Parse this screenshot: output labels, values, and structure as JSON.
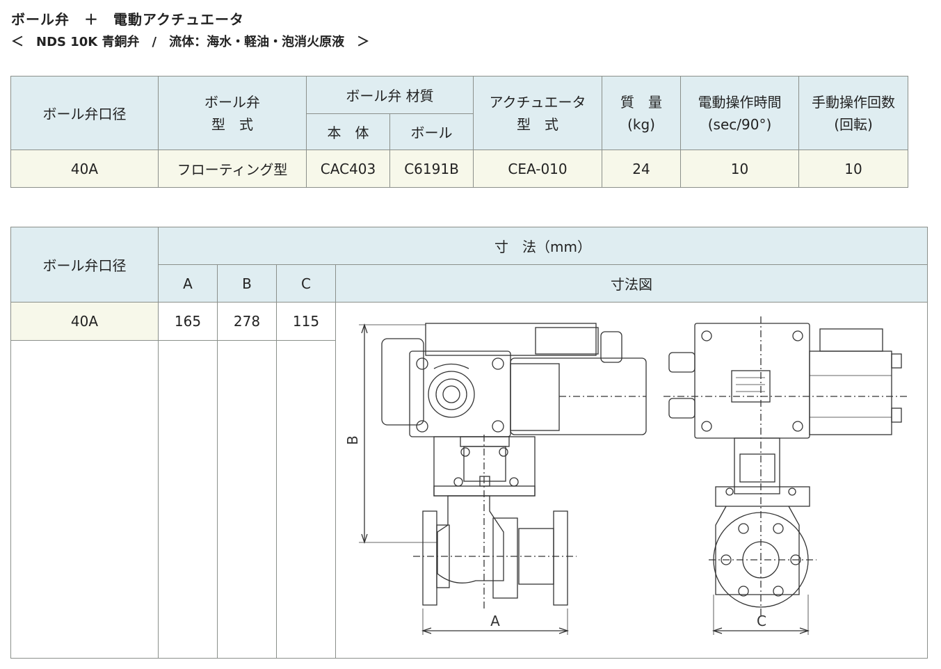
{
  "heading": {
    "line1": "ボール弁　＋　電動アクチュエータ",
    "line2": "＜　NDS 10K 青銅弁　/　流体：海水・軽油・泡消火原液　＞"
  },
  "spec_table": {
    "headers": {
      "size": "ボール弁口径",
      "valve_model": "ボール弁\n型　式",
      "material_group": "ボール弁 材質",
      "body": "本　体",
      "ball": "ボール",
      "actuator_model": "アクチュエータ\n型　式",
      "mass": "質　量\n(kg)",
      "electric_time": "電動操作時間\n(sec/90°)",
      "manual_turns": "手動操作回数\n(回転)"
    },
    "rows": [
      {
        "size": "40A",
        "valve_model": "フローティング型",
        "body": "CAC403",
        "ball": "C6191B",
        "actuator_model": "CEA-010",
        "mass": "24",
        "electric_time": "10",
        "manual_turns": "10"
      }
    ]
  },
  "dim_table": {
    "headers": {
      "size": "ボール弁口径",
      "dimensions": "寸　法（mm）",
      "a": "A",
      "b": "B",
      "c": "C",
      "drawing": "寸法図"
    },
    "rows": [
      {
        "size": "40A",
        "a": "165",
        "b": "278",
        "c": "115"
      }
    ],
    "drawing_labels": {
      "a": "A",
      "b": "B",
      "c": "C"
    }
  }
}
